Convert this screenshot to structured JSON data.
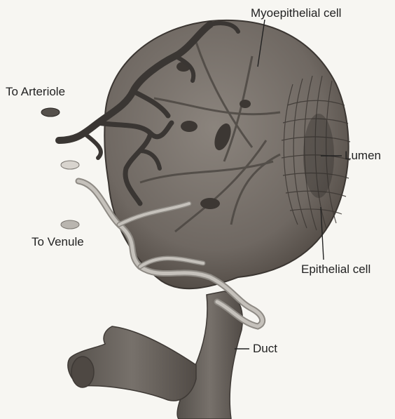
{
  "labels": {
    "myoepithelial": "Myoepithelial cell",
    "arteriole": "To Arteriole",
    "lumen": "Lumen",
    "venule": "To Venule",
    "epithelial": "Epithelial cell",
    "duct": "Duct"
  },
  "colors": {
    "background": "#f7f6f2",
    "gland": "#6f6862",
    "gland_shadow": "#4d4640",
    "artery": "#3c3835",
    "vein": "#aeaaa4",
    "leader": "#222222"
  }
}
